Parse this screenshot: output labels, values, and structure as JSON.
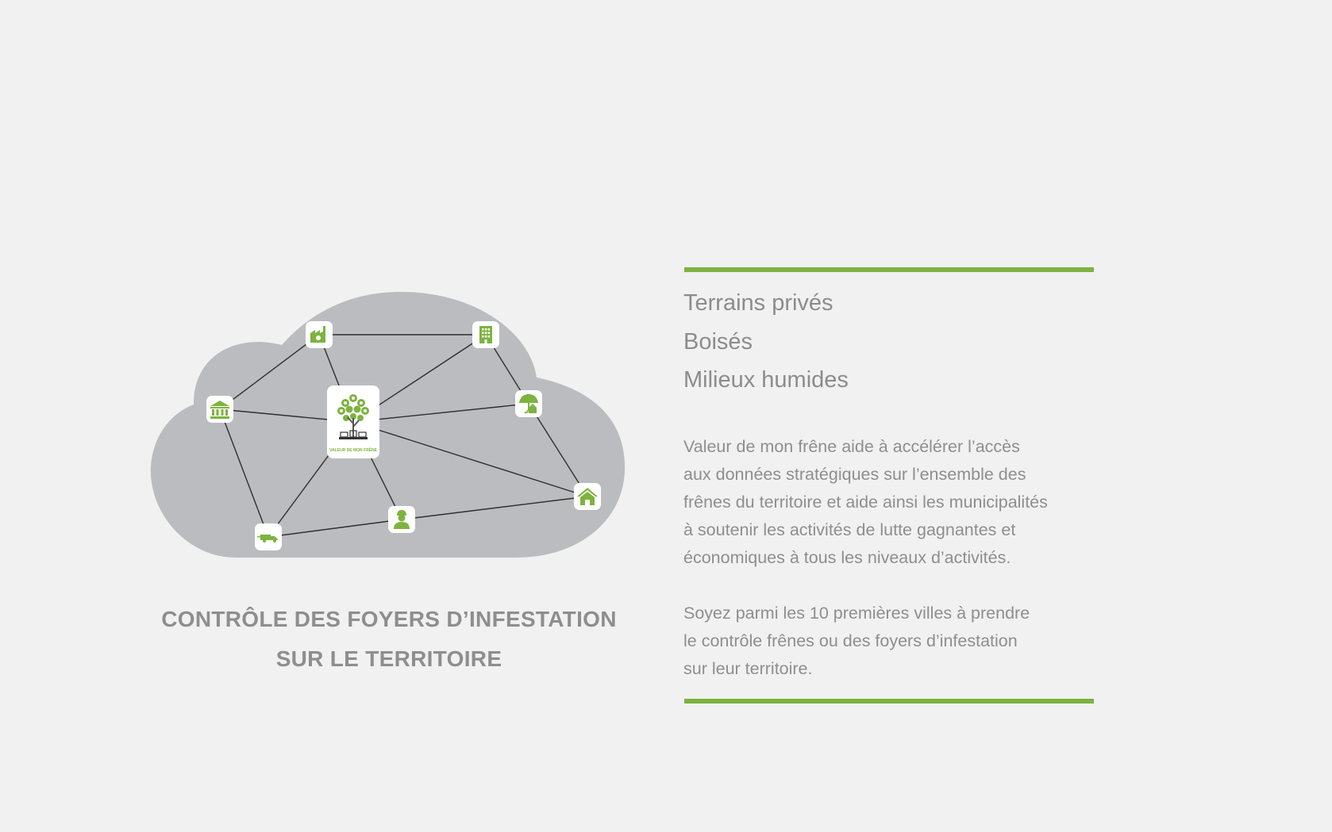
{
  "caption": {
    "line1": "CONTRÔLE DES FOYERS D’INFESTATION",
    "line2": "SUR LE TERRITOIRE"
  },
  "terrains": [
    "Terrains privés",
    "Boisés",
    "Milieux humides"
  ],
  "paragraph1": [
    "Valeur de mon frêne aide à accélérer l’accès",
    "aux données stratégiques sur l’ensemble des",
    "frênes du territoire et aide ainsi les municipalités",
    "à soutenir les activités de lutte gagnantes et",
    "économiques à tous les niveaux d’activités."
  ],
  "paragraph2": [
    "Soyez parmi les 10 premières villes à prendre",
    "le contrôle frênes ou des foyers d’infestation",
    "sur leur territoire."
  ],
  "diagram": {
    "center_label": "VALEUR DE MON FRÊNE",
    "icons": [
      "factory-icon",
      "building-icon",
      "bank-icon",
      "umbrella-house-icon",
      "house-icon",
      "truck-icon",
      "worker-icon"
    ]
  },
  "colors": {
    "accent": "#7db33f",
    "cloud": "#bbbcbf",
    "text": "#8e8e8e",
    "background": "#f1f1f1"
  }
}
